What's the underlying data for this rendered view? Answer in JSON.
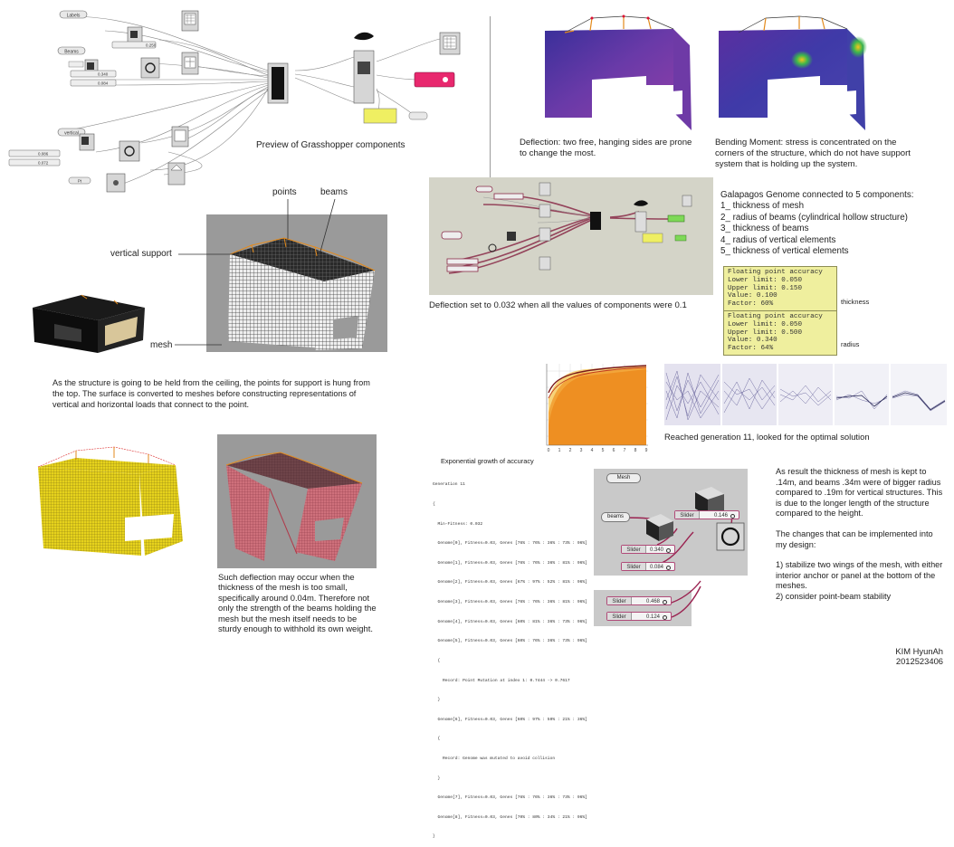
{
  "colors": {
    "beam_red": "#b0335a",
    "surface_blue": "#4b3fa0",
    "surface_purple": "#8a3ca8",
    "mesh_yellow": "#e6d21c",
    "panel_yellow": "#efef9e",
    "grasshopper_canvas": "#d4d4c8",
    "render_bg": "#9a9a9a"
  },
  "top_left": {
    "caption": "Preview of Grasshopper components",
    "node_labels": [
      "Labels",
      "Beams",
      "vertical",
      "Pt"
    ],
    "slider_values": [
      "0.250",
      "0.340",
      "0.084",
      "0.086",
      "0.072"
    ]
  },
  "deflection": {
    "caption": "Deflection: two free, hanging sides are prone to change the most."
  },
  "bending": {
    "caption": "Bending Moment: stress is concentrated on the corners of the structure, which do not have support system that is holding up the system."
  },
  "galapagos": {
    "title": "Galapagos Genome connected to 5 components:",
    "items": [
      "1_ thickness of mesh",
      "2_ radius of beams (cylindrical hollow structure)",
      "3_ thickness of beams",
      "4_  radius of vertical elements",
      "5_ thickness of vertical elements"
    ],
    "canvas_caption": "Deflection set to 0.032 when all the values of components were 0.1"
  },
  "accuracy_thickness": {
    "lines": [
      "Floating point accuracy",
      "Lower limit: 0.050",
      "Upper limit: 0.150",
      "Value: 0.100",
      "Factor: 60%"
    ],
    "label": "thickness"
  },
  "accuracy_radius": {
    "lines": [
      "Floating point accuracy",
      "Lower limit: 0.050",
      "Upper limit: 0.500",
      "Value: 0.340",
      "Factor: 64%"
    ],
    "label": "radius"
  },
  "structure": {
    "label_points": "points",
    "label_beams": "beams",
    "label_vertical_support": "vertical support",
    "label_mesh": "mesh",
    "caption": "As the structure is going to be held from the ceiling, the points for support is hung from the top. The surface is converted to meshes before constructing representations of vertical and horizontal loads that connect to the point."
  },
  "growth": {
    "caption": "Exponential growth of accuracy",
    "x_ticks": [
      "0",
      "1",
      "2",
      "3",
      "4",
      "5",
      "6",
      "7",
      "8",
      "9"
    ]
  },
  "generations": {
    "caption": "Reached generation 11, looked for the optimal solution"
  },
  "thin_mesh": {
    "caption": "Such deflection may occur when the thickness of the mesh is too small, specifically around 0.04m. Therefore not only the strength of the beams holding the mesh but the mesh itself needs to be sturdy enough to withhold its own weight."
  },
  "log": {
    "lines": [
      "Generation 11",
      "{",
      "  Min-Fitness: 0.032",
      "  Genome[0], Fitness=0.03, Genes [76% : 76% : 36% : 73% : 96%]",
      "  Genome[1], Fitness=0.03, Genes [76% : 76% : 36% : 81% : 96%]",
      "  Genome[2], Fitness=0.03, Genes [67% : 97% : 52% : 81% : 96%]",
      "  Genome[3], Fitness=0.03, Genes [76% : 76% : 36% : 81% : 96%]",
      "  Genome[4], Fitness=0.03, Genes [60% : 81% : 36% : 73% : 96%]",
      "  Genome[5], Fitness=0.03, Genes [60% : 76% : 36% : 73% : 96%]",
      "  {",
      "    Record: Point Mutation at index 1: 0.7444 -> 0.7617",
      "  }",
      "  Genome[6], Fitness=0.03, Genes [60% : 97% : 50% : 21% : 36%]",
      "  {",
      "    Record: Genome was mutated to avoid collision",
      "  }",
      "  Genome[7], Fitness=0.03, Genes [76% : 76% : 36% : 73% : 96%]",
      "  Genome[8], Fitness=0.03, Genes [70% : 80% : 34% : 21% : 96%]",
      "}"
    ]
  },
  "components": {
    "mesh_label": "Mesh",
    "beams_label": "beams",
    "slider_name": "Slider",
    "values": [
      "0.146",
      "0.340",
      "0.084",
      "0.468",
      "0.124"
    ]
  },
  "result": {
    "paragraph1": "As result the thickness of mesh is kept to .14m, and beams .34m were of bigger radius compared to .19m for vertical structures. This is due to the longer length of the structure compared to the height.",
    "paragraph2": "The changes that can be implemented into my design:",
    "paragraph3": "1) stabilize two wings of the mesh, with either interior anchor or panel at the bottom of the meshes.",
    "paragraph4": "2) consider point-beam stability"
  },
  "author": {
    "name": "KIM HyunAh",
    "id": "2012523406"
  }
}
